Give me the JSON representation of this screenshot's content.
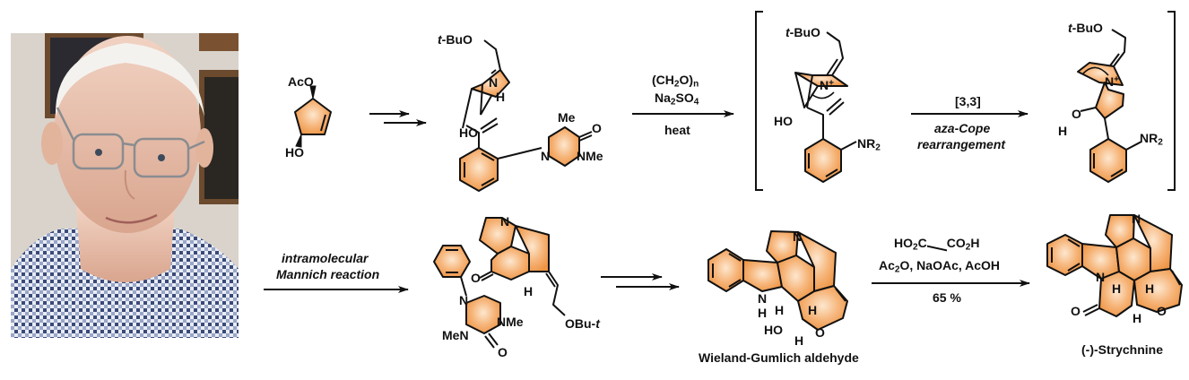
{
  "colors": {
    "ring_fill": "#f2a05a",
    "ring_fill_light": "#fde2c6",
    "bond": "#111111",
    "background": "#ffffff"
  },
  "portrait": {
    "description": "Photo of an older man with white hair and wire-frame glasses, wearing a blue checkered shirt, in front of wall plaques"
  },
  "row1": {
    "start_material": {
      "label_top": "AcO",
      "label_bottom": "HO"
    },
    "arrow1": {
      "type": "multistep"
    },
    "intermediate1": {
      "label_otbu": "t-BuO",
      "label_n": "N",
      "label_h": "H",
      "label_ho": "HO",
      "label_me_top": "Me",
      "label_o": "O",
      "label_n_left": "N",
      "label_nme": "NMe"
    },
    "arrow2": {
      "above1": "(CH2O)n",
      "above2": "Na2SO4",
      "below": "heat"
    },
    "intermediate2": {
      "bracket": "open",
      "label_otbu": "t-BuO",
      "label_nplus": "N+",
      "label_ho": "HO",
      "label_nr2": "NR2"
    },
    "arrow3": {
      "above": "[3,3]",
      "below1": "aza-Cope",
      "below2": "rearrangement"
    },
    "intermediate3": {
      "bracket": "close",
      "label_otbu": "t-BuO",
      "label_nplus": "N+",
      "label_o": "O",
      "label_h": "H",
      "label_nr2": "NR2"
    }
  },
  "row2": {
    "arrow4": {
      "above1": "intramolecular",
      "above2": "Mannich reaction"
    },
    "intermediate4": {
      "label_n_top": "N",
      "label_o": "O",
      "label_h": "H",
      "label_n": "N",
      "label_nme": "NMe",
      "label_men": "MeN",
      "label_o2": "O",
      "label_obut": "OBu-t"
    },
    "arrow5": {
      "type": "multistep"
    },
    "wieland_gumlich": {
      "name": "Wieland-Gumlich aldehyde",
      "label_n_top": "N",
      "label_nh_n": "N",
      "label_nh_h": "H",
      "label_h1": "H",
      "label_h2": "H",
      "label_ho": "HO",
      "label_h3": "H",
      "label_o": "O"
    },
    "arrow6": {
      "above1_left": "HO2C",
      "above1_right": "CO2H",
      "above2": "Ac2O, NaOAc, AcOH",
      "below": "65 %"
    },
    "strychnine": {
      "name": "(-)-Strychnine",
      "label_n_top": "N",
      "label_n": "N",
      "label_h1": "H",
      "label_h2": "H",
      "label_o_ketone": "O",
      "label_h3": "H",
      "label_o": "O"
    }
  }
}
